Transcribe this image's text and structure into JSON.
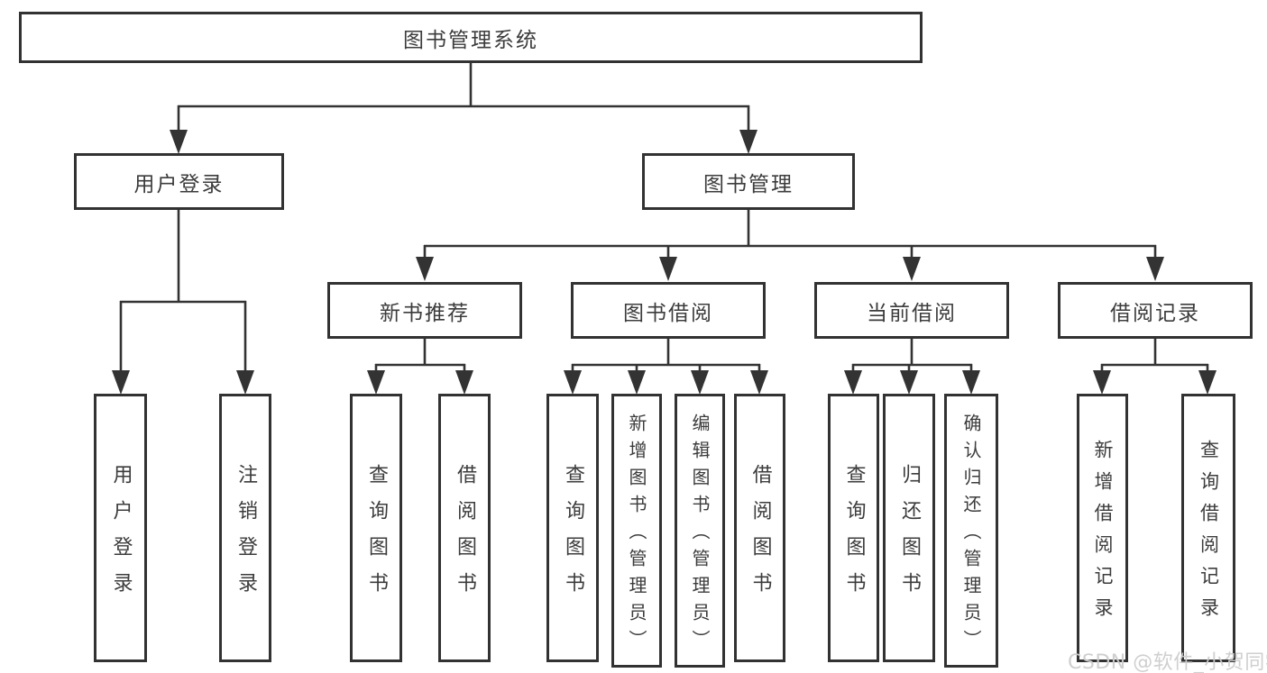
{
  "tree": {
    "root": {
      "label": "图书管理系统",
      "children": [
        {
          "label": "用户登录",
          "children": [
            {
              "label": "用户登录"
            },
            {
              "label": "注销登录"
            }
          ]
        },
        {
          "label": "图书管理",
          "children": [
            {
              "label": "新书推荐",
              "children": [
                {
                  "label": "查询图书"
                },
                {
                  "label": "借阅图书"
                }
              ]
            },
            {
              "label": "图书借阅",
              "children": [
                {
                  "label": "查询图书"
                },
                {
                  "label": "新增图书（管理员）"
                },
                {
                  "label": "编辑图书（管理员）"
                },
                {
                  "label": "借阅图书"
                }
              ]
            },
            {
              "label": "当前借阅",
              "children": [
                {
                  "label": "查询图书"
                },
                {
                  "label": "归还图书"
                },
                {
                  "label": "确认归还（管理员）"
                }
              ]
            },
            {
              "label": "借阅记录",
              "children": [
                {
                  "label": "新增借阅记录"
                },
                {
                  "label": "查询借阅记录"
                }
              ]
            }
          ]
        }
      ]
    }
  },
  "watermark": {
    "text": "CSDN @软件_小贺同学",
    "color": "#cccccc"
  },
  "colors": {
    "box_border": "#323232",
    "box_fill": "#ffffff",
    "text": "#3c3c3c",
    "connector": "#333333",
    "background": "#ffffff"
  }
}
